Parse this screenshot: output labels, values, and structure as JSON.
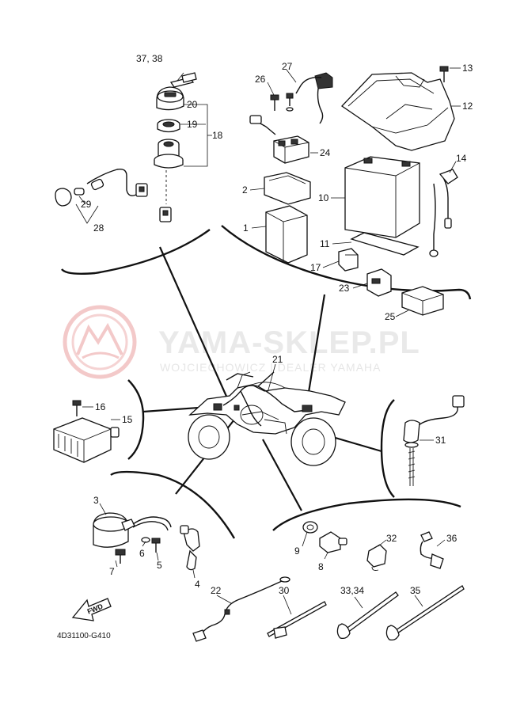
{
  "watermark": {
    "title": "YAMA-SKLEP.PL",
    "subtitle": "WOJCIECHOWICZ | DEALER YAMAHA"
  },
  "drawing_code": "4D31100-G410",
  "fwd_label": "FWD",
  "callouts": {
    "c37_38": "37, 38",
    "c20": "20",
    "c19": "19",
    "c18": "18",
    "c29": "29",
    "c28": "28",
    "c27": "27",
    "c26": "26",
    "c24": "24",
    "c2": "2",
    "c1": "1",
    "c13": "13",
    "c12": "12",
    "c14": "14",
    "c10": "10",
    "c11": "11",
    "c17": "17",
    "c23": "23",
    "c25": "25",
    "c21": "21",
    "c16": "16",
    "c15": "15",
    "c31": "31",
    "c3": "3",
    "c6": "6",
    "c5": "5",
    "c7": "7",
    "c4": "4",
    "c9": "9",
    "c8": "8",
    "c32": "32",
    "c36": "36",
    "c22": "22",
    "c30": "30",
    "c33_34": "33,34",
    "c35": "35"
  }
}
